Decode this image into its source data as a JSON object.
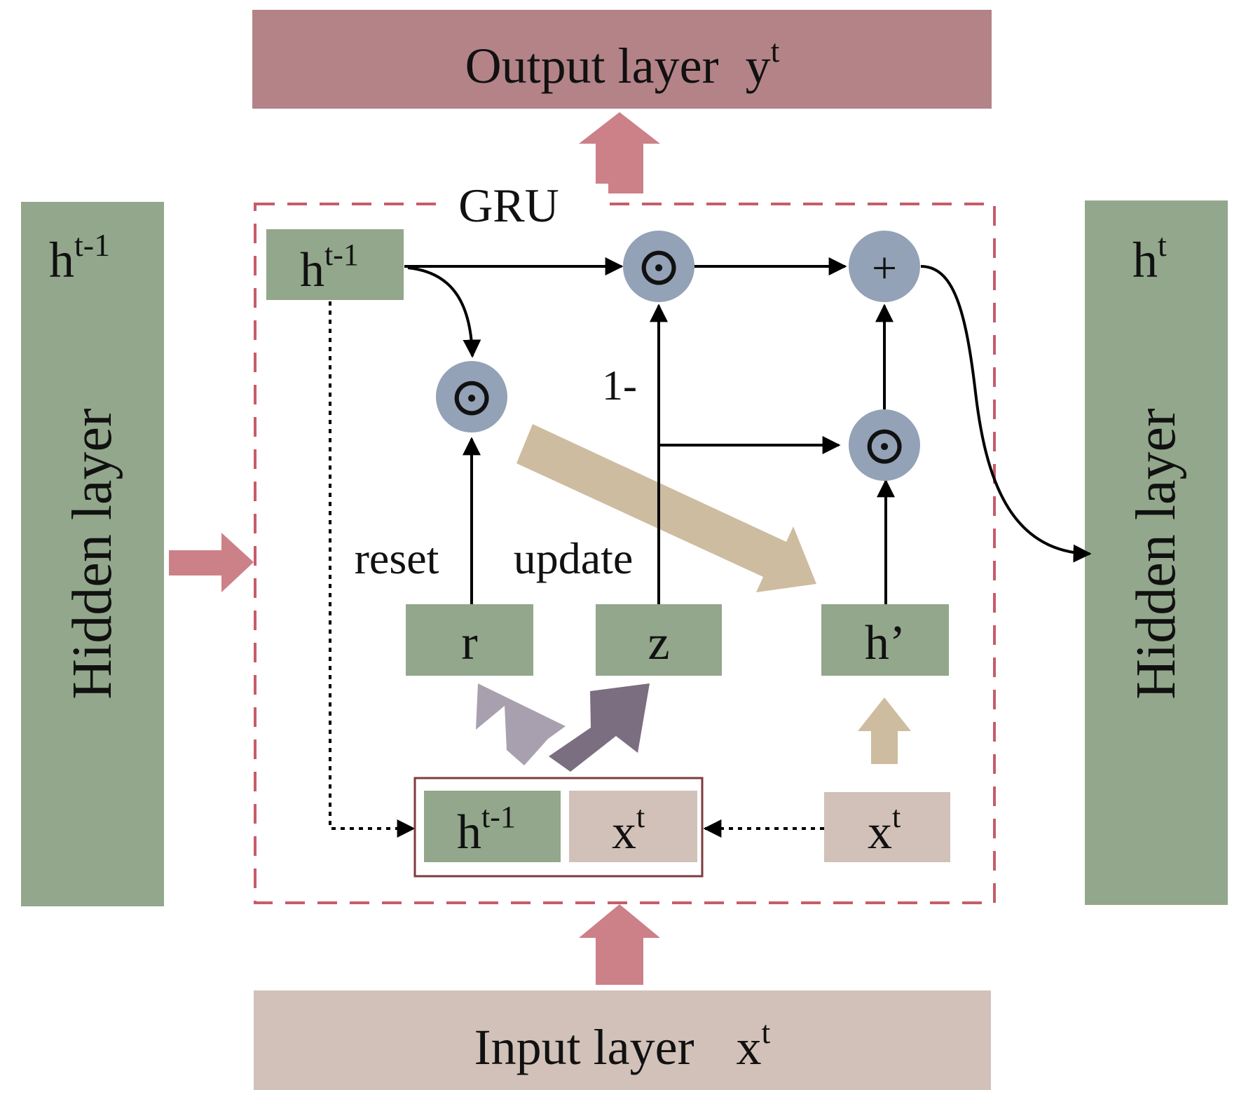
{
  "output_layer": {
    "label": "Output layer",
    "symbol": "y",
    "sup": "t"
  },
  "input_layer": {
    "label": "Input layer",
    "symbol": "x",
    "sup": "t"
  },
  "left_hidden": {
    "label": "Hidden layer",
    "symbol": "h",
    "sup": "t-1"
  },
  "right_hidden": {
    "label": "Hidden layer",
    "symbol": "h",
    "sup": "t"
  },
  "gru": {
    "title": "GRU",
    "h_prev": {
      "symbol": "h",
      "sup": "t-1"
    },
    "reset_gate": "r",
    "update_gate": "z",
    "candidate": "h’",
    "x_in": {
      "symbol": "x",
      "sup": "t"
    },
    "concat_h": {
      "symbol": "h",
      "sup": "t-1"
    },
    "concat_x": {
      "symbol": "x",
      "sup": "t"
    },
    "label_reset": "reset",
    "label_update": "update",
    "label_one_minus": "1-",
    "op_mul": "⊙",
    "op_add": "+"
  },
  "colors": {
    "green": "#92a78b",
    "output": "#b38387",
    "input_tan": "#d1c1b8",
    "pink_arrow": "#cc8088",
    "dashed_border": "#c65c6a",
    "op_circle": "#93a2b6",
    "beige_arrow": "#cdbc9f",
    "lilac_arrow": "#a8a0af",
    "slate_arrow": "#7b6e80",
    "concat_border": "#7e3b3f"
  }
}
